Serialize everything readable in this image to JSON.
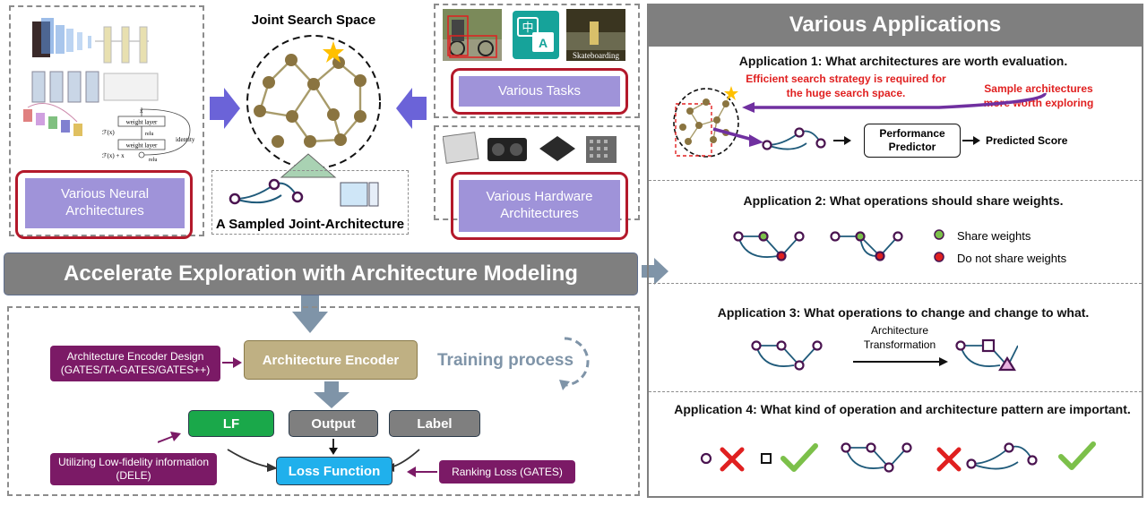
{
  "joint_space": {
    "title": "Joint Search Space",
    "sampled": "A Sampled Joint-Architecture"
  },
  "left": {
    "label": "Various Neural Architectures",
    "resnet": {
      "weight1": "weight layer",
      "weight2": "weight layer",
      "relu1": "relu",
      "relu2": "relu",
      "fx": "ℱ(x)",
      "fxx": "ℱ(x) + x",
      "identity": "identity",
      "x": "x"
    }
  },
  "tasks": {
    "label": "Various Tasks",
    "skate": "Skateboarding",
    "translate_a": "中",
    "translate_b": "A"
  },
  "hardware": {
    "label": "Various Hardware Architectures"
  },
  "banner": "Accelerate Exploration with Architecture Modeling",
  "training": {
    "encoder_design": "Architecture Encoder Design (GATES/TA-GATES/GATES++)",
    "encoder": "Architecture Encoder",
    "process": "Training process",
    "lf": "LF",
    "output": "Output",
    "label": "Label",
    "loss": "Loss Function",
    "low_fidelity": "Utilizing Low-fidelity information (DELE)",
    "ranking": "Ranking Loss (GATES)"
  },
  "apps": {
    "title": "Various Applications",
    "a1": {
      "title": "Application 1: What architectures are worth evaluation.",
      "note1": "Efficient search strategy is required for the huge search space.",
      "note2": "Sample architectures more worth exploring",
      "predictor": "Performance Predictor",
      "score": "Predicted Score"
    },
    "a2": {
      "title": "Application 2: What operations should share weights.",
      "share": "Share weights",
      "noshare": "Do not share weights"
    },
    "a3": {
      "title": "Application 3: What operations to change and change to what.",
      "transform": "Architecture Transformation"
    },
    "a4": {
      "title": "Application 4: What kind of operation and architecture pattern are important."
    }
  },
  "colors": {
    "banner": "#7f7f7f",
    "lavender": "#9f93d9",
    "plum": "#7b1a66",
    "red_border": "#b3192b",
    "node": "#8a7440",
    "lf_green": "#1aa84a",
    "loss_blue": "#20b0ec",
    "purple_arrow": "#7030a0"
  }
}
